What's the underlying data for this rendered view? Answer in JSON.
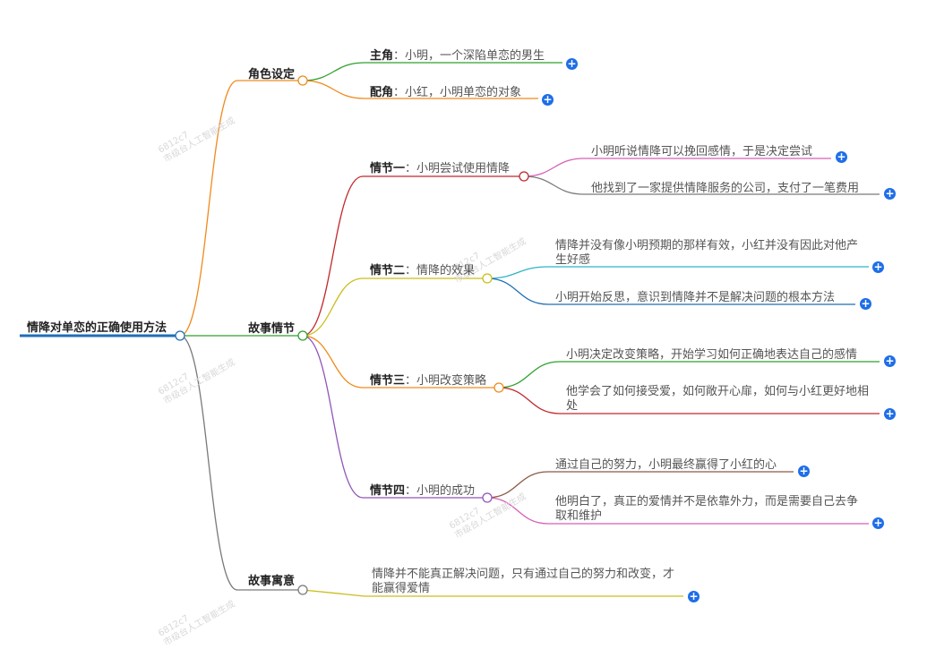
{
  "root": {
    "label": "情降对单恋的正确使用方法"
  },
  "branches": {
    "roles": {
      "label": "角色设定",
      "lead": {
        "key": "主角",
        "text": "：小明，一个深陷单恋的男生"
      },
      "support": {
        "key": "配角",
        "text": "：小红，小明单恋的对象"
      }
    },
    "plot": {
      "label": "故事情节",
      "p1": {
        "key": "情节一",
        "text": "：小明尝试使用情降",
        "leaves": [
          "小明听说情降可以挽回感情，于是决定尝试",
          "他找到了一家提供情降服务的公司，支付了一笔费用"
        ]
      },
      "p2": {
        "key": "情节二",
        "text": "：情降的效果",
        "leaves": [
          "情降并没有像小明预期的那样有效，小红并没有因此对他产生好感",
          "小明开始反思，意识到情降并不是解决问题的根本方法"
        ]
      },
      "p3": {
        "key": "情节三",
        "text": "：小明改变策略",
        "leaves": [
          "小明决定改变策略，开始学习如何正确地表达自己的感情",
          "他学会了如何接受爱，如何敞开心扉，如何与小红更好地相处"
        ]
      },
      "p4": {
        "key": "情节四",
        "text": "：小明的成功",
        "leaves": [
          "通过自己的努力，小明最终赢得了小红的心",
          "他明白了，真正的爱情并不是依靠外力，而是需要自己去争取和维护"
        ]
      }
    },
    "moral": {
      "label": "故事寓意",
      "text": "情降并不能真正解决问题，只有通过自己的努力和改变，才能赢得爱情"
    }
  },
  "expand_symbol": "+",
  "watermark": [
    "6812c7",
    "市级台人工智能生成"
  ],
  "colors": {
    "root_bar": "#1f6fb5",
    "roles": "#f08a1c",
    "plot": "#2ea12e",
    "moral": "#7a7a7a",
    "p1": "#c0282d",
    "p2": "#c9be1a",
    "p3": "#f08a1c",
    "p4": "#9055b8",
    "expand": "#1e6ee8"
  }
}
